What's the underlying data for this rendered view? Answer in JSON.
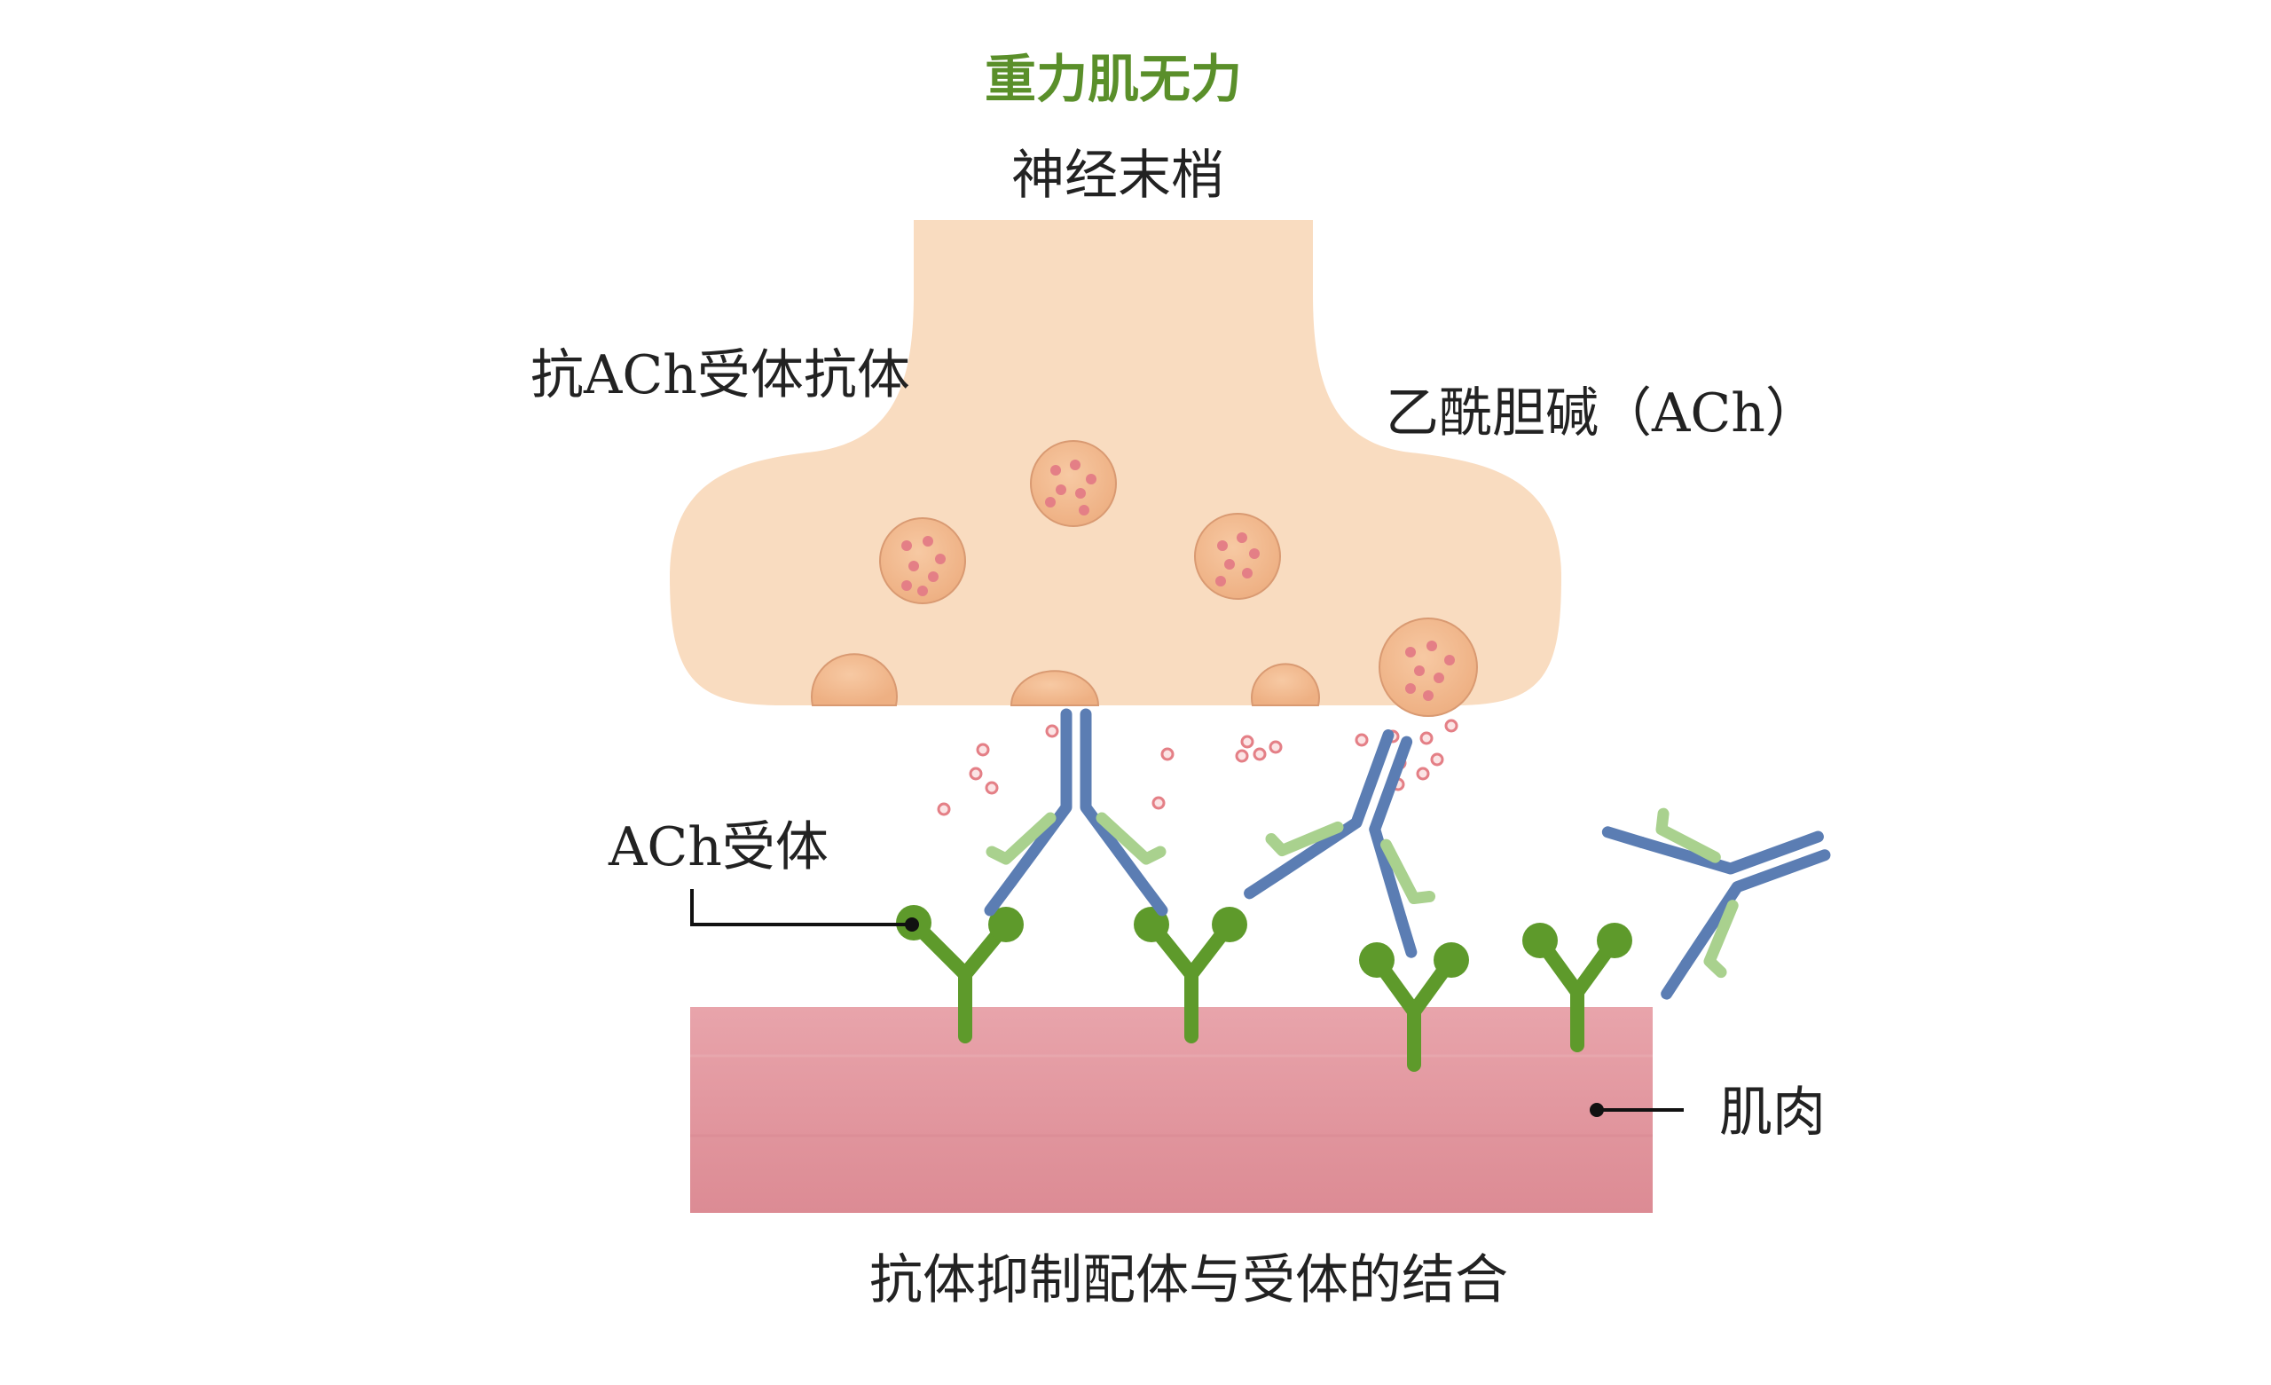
{
  "title": "重力肌无力",
  "labels": {
    "nerve_terminal": "神经末梢",
    "anti_ach_antibody": "抗ACh受体抗体",
    "acetylcholine": "乙酰胆碱（ACh）",
    "ach_receptor": "ACh受体",
    "muscle": "肌肉",
    "caption": "抗体抑制配体与受体的结合"
  },
  "colors": {
    "nerve_terminal": "#f9dcc0",
    "vesicle": "#f2b98a",
    "ach_dot": "#e47f86",
    "receptor": "#5e9a2b",
    "antibody_heavy": "#5b7db3",
    "antibody_light": "#a9d18e",
    "muscle": "#e2969e",
    "title": "#5a8f2a"
  }
}
